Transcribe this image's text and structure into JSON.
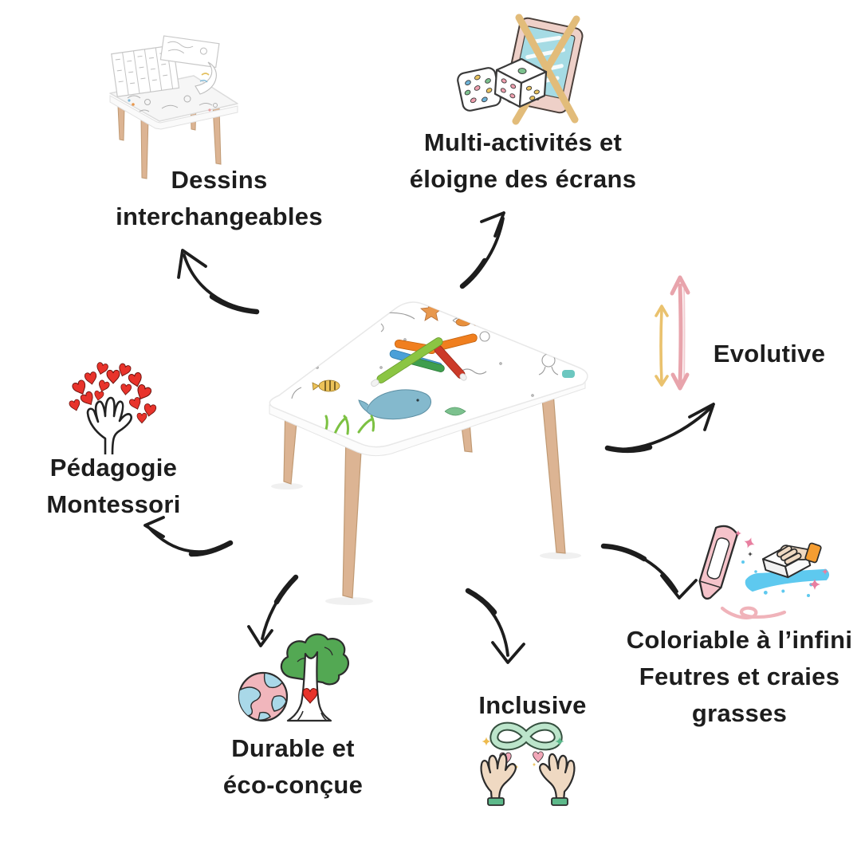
{
  "palette": {
    "ink": "#1d1d1d",
    "wood": "#dcb493",
    "heartRed": "#e8332b",
    "heartPink": "#f2a7b8",
    "treeGreen": "#53a853",
    "earthPink": "#f1b6bc",
    "earthBlue": "#a9d8e8",
    "mint": "#bce5cb",
    "mintOutline": "#35503f",
    "cuffGreen": "#5db98a",
    "skin": "#efd9c2",
    "arrowPink": "#e8a4ac",
    "arrowYellow": "#eac26e",
    "crayonPink": "#f5c3ca",
    "squigglePink": "#f0b3ba",
    "eraserBlue": "#5ec9ef",
    "sleeveOrange": "#f59d31",
    "tabletFrame": "#eed0c8",
    "tabletScreen": "#a5dbe4",
    "crossTan": "#e2bc7a",
    "doodleGray": "#9c9c9c"
  },
  "features": [
    {
      "id": "dessins",
      "icon": "mini-table-with-interchangeable-sheets-icon",
      "lines": [
        "Dessins",
        "interchangeables"
      ]
    },
    {
      "id": "multi",
      "icon": "dice-and-crossed-out-tablet-icon",
      "lines": [
        "Multi-activités et",
        "éloigne des écrans"
      ]
    },
    {
      "id": "evolutive",
      "icon": "double-height-arrows-icon",
      "lines": [
        "Evolutive"
      ]
    },
    {
      "id": "coloriable",
      "icon": "crayon-and-eraser-icon",
      "lines": [
        "Coloriable à l’infini",
        "Feutres et craies",
        "grasses"
      ]
    },
    {
      "id": "inclusive",
      "icon": "infinity-and-open-hands-icon",
      "lines": [
        "Inclusive"
      ]
    },
    {
      "id": "durable",
      "icon": "earth-and-tree-icon",
      "lines": [
        "Durable et",
        "éco-conçue"
      ]
    },
    {
      "id": "montessori",
      "icon": "hand-with-hearts-icon",
      "lines": [
        "Pédagogie",
        "Montessori"
      ]
    }
  ],
  "center_image": "colorable-kids-table-product-photo",
  "arrows": [
    "arrow-to-dessins",
    "arrow-to-multi",
    "arrow-to-evolutive",
    "arrow-to-coloriable",
    "arrow-to-inclusive",
    "arrow-to-durable",
    "arrow-to-montessori"
  ]
}
